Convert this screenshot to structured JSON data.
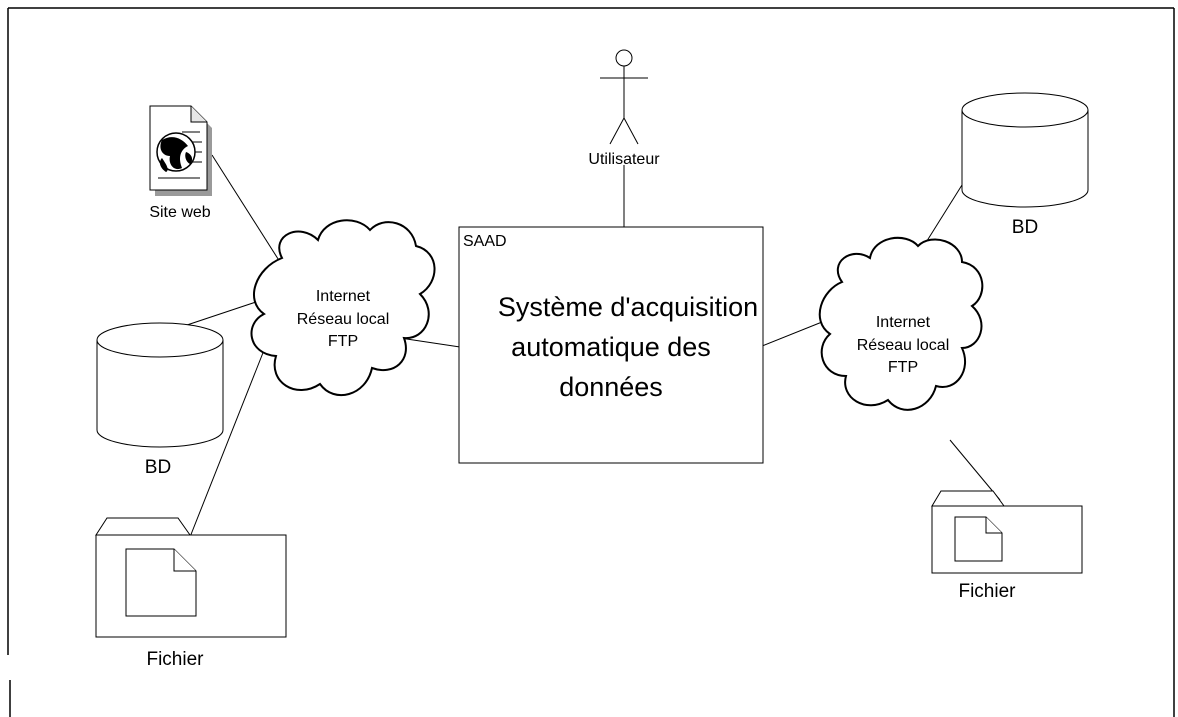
{
  "diagram": {
    "system": {
      "tag": "SAAD",
      "title_lines": [
        "Système d'acquisition",
        "automatique des",
        "données"
      ]
    },
    "user": {
      "label": "Utilisateur"
    },
    "left": {
      "network_lines": [
        "Internet",
        "Réseau local",
        "FTP"
      ],
      "website_label": "Site web",
      "database_label": "BD",
      "file_label": "Fichier"
    },
    "right": {
      "network_lines": [
        "Internet",
        "Réseau local",
        "FTP"
      ],
      "database_label": "BD",
      "file_label": "Fichier"
    }
  }
}
